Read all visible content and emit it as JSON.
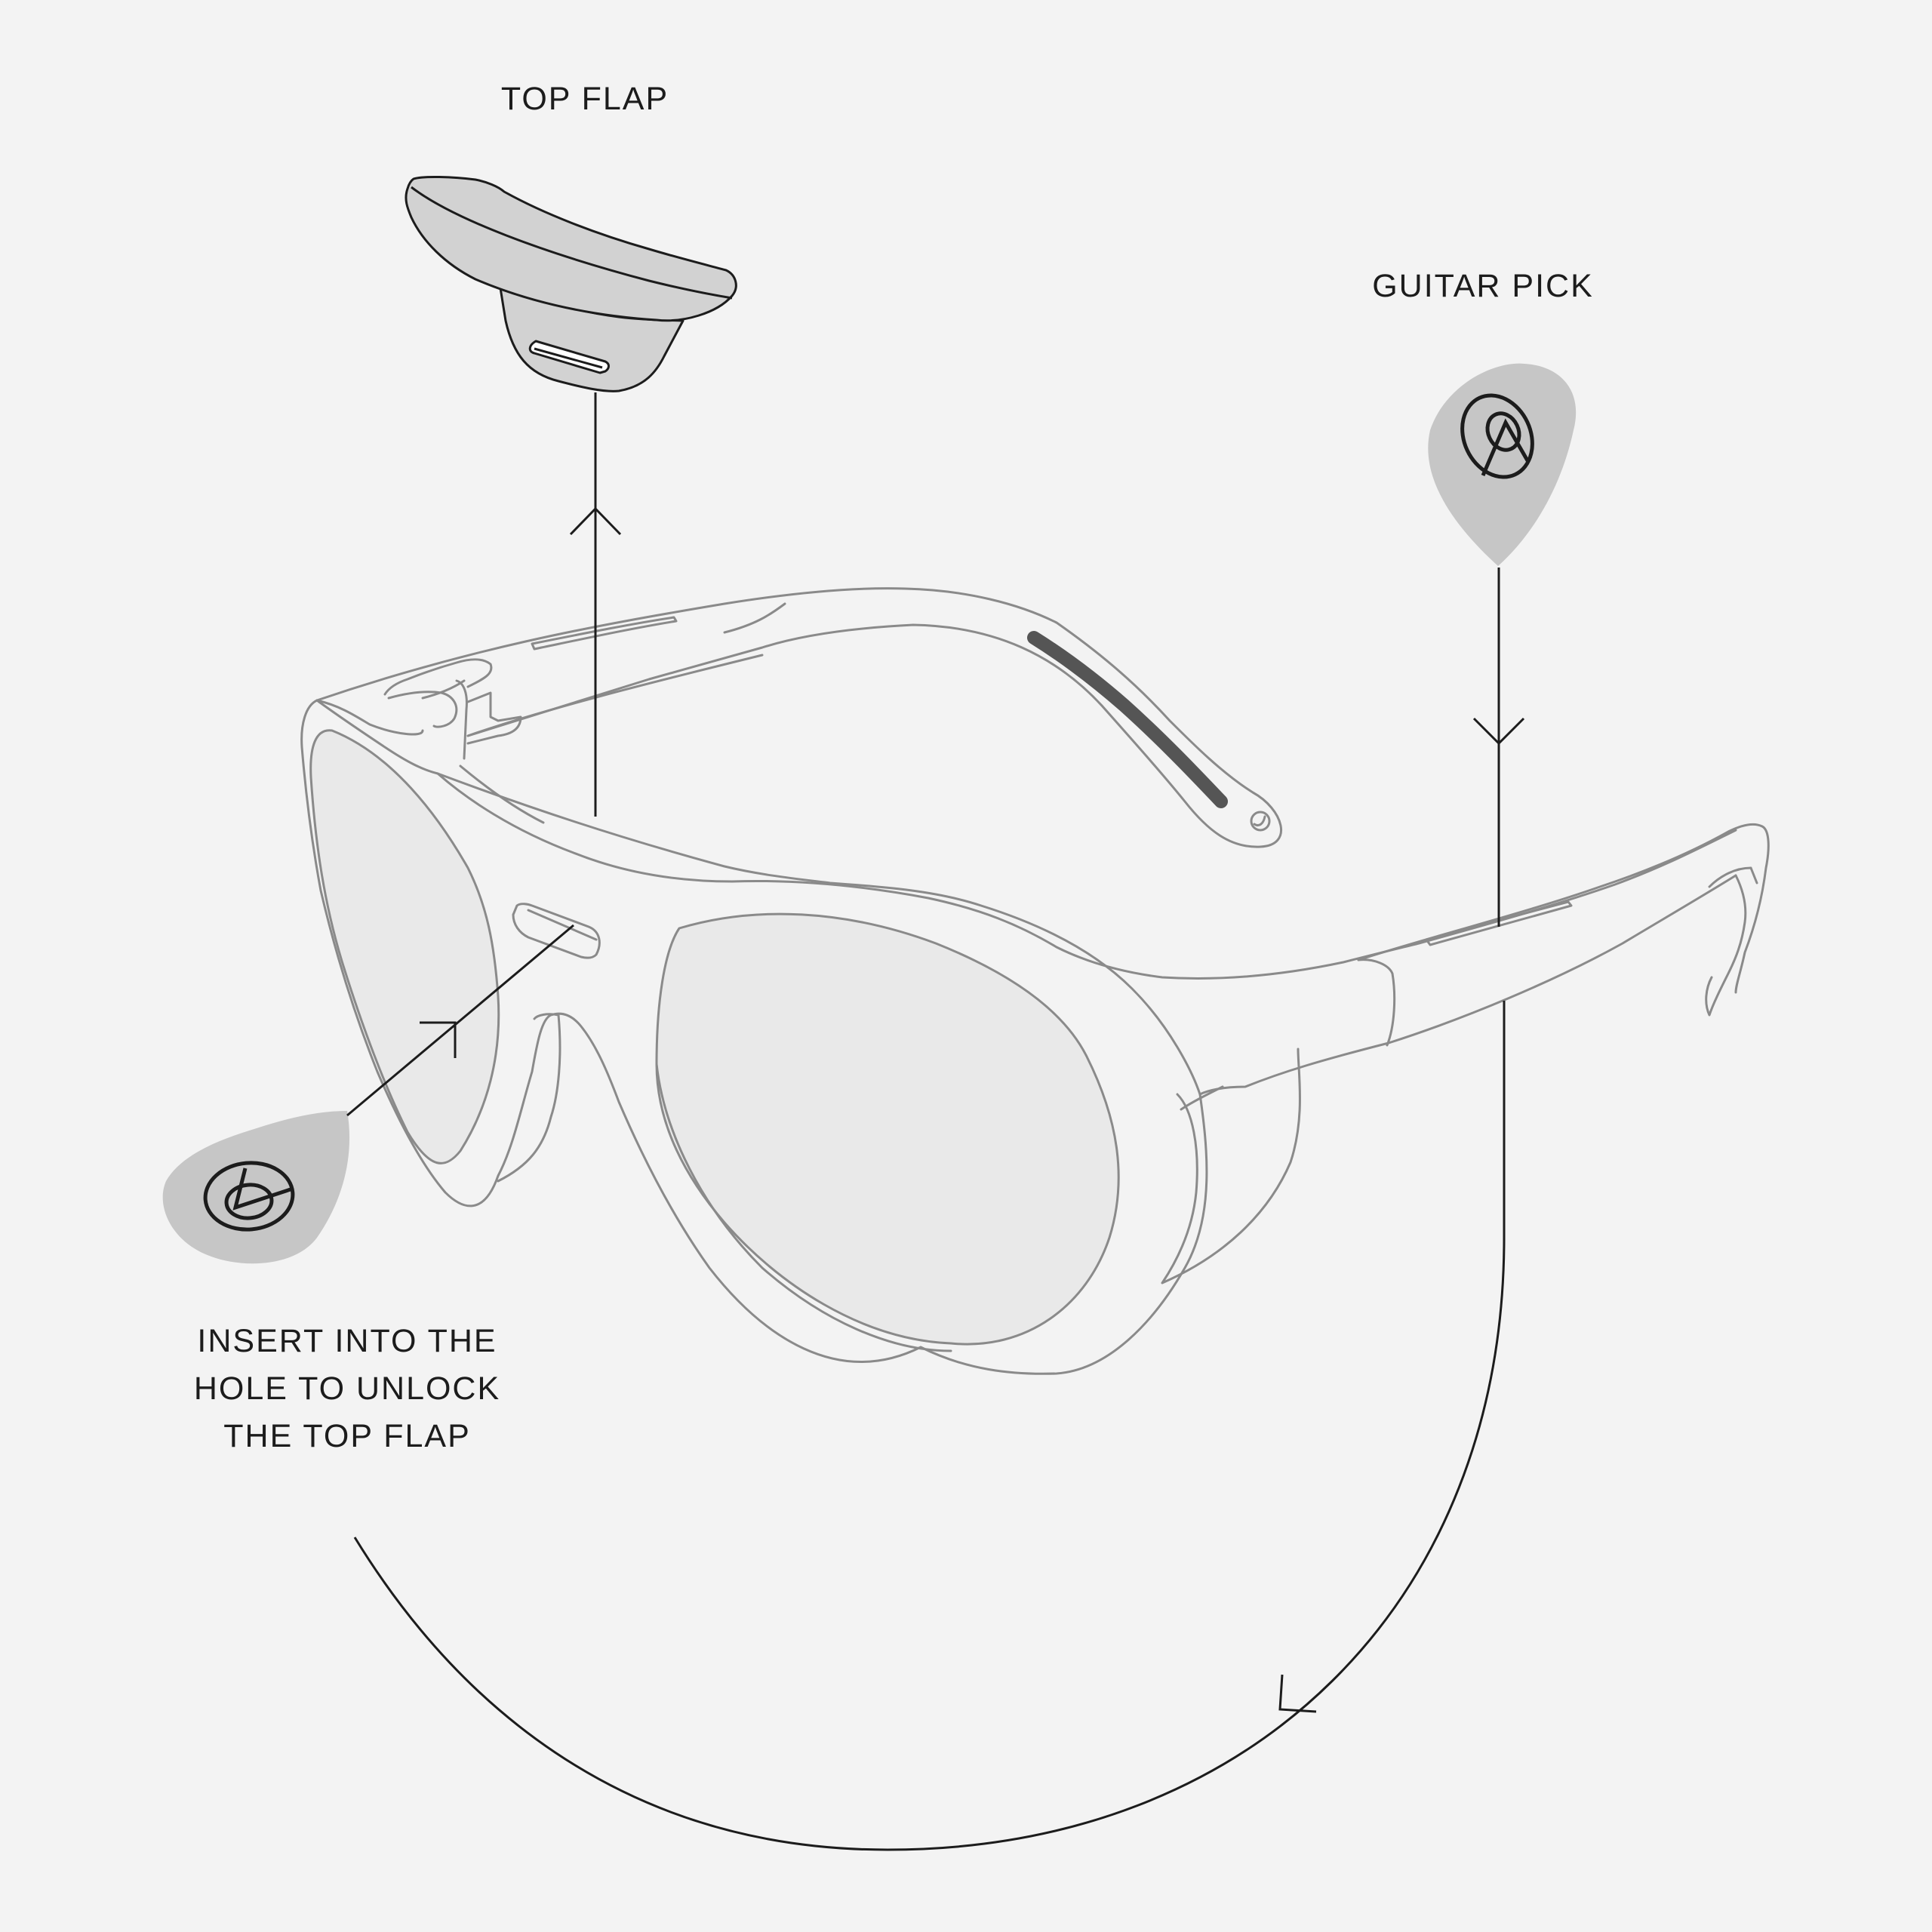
{
  "labels": {
    "top_flap": "TOP FLAP",
    "guitar_pick": "GUITAR PICK",
    "instruction": "INSERT INTO THE\nHOLE TO UNLOCK\nTHE TOP FLAP"
  },
  "colors": {
    "background": "#f3f3f3",
    "line_dark": "#1c1c1c",
    "line_gray": "#8a8a8a",
    "part_fill": "#d2d2d2",
    "pick_fill": "#c6c6c6",
    "lens_fill": "#e9e9e9",
    "grip_pad": "#555555"
  }
}
